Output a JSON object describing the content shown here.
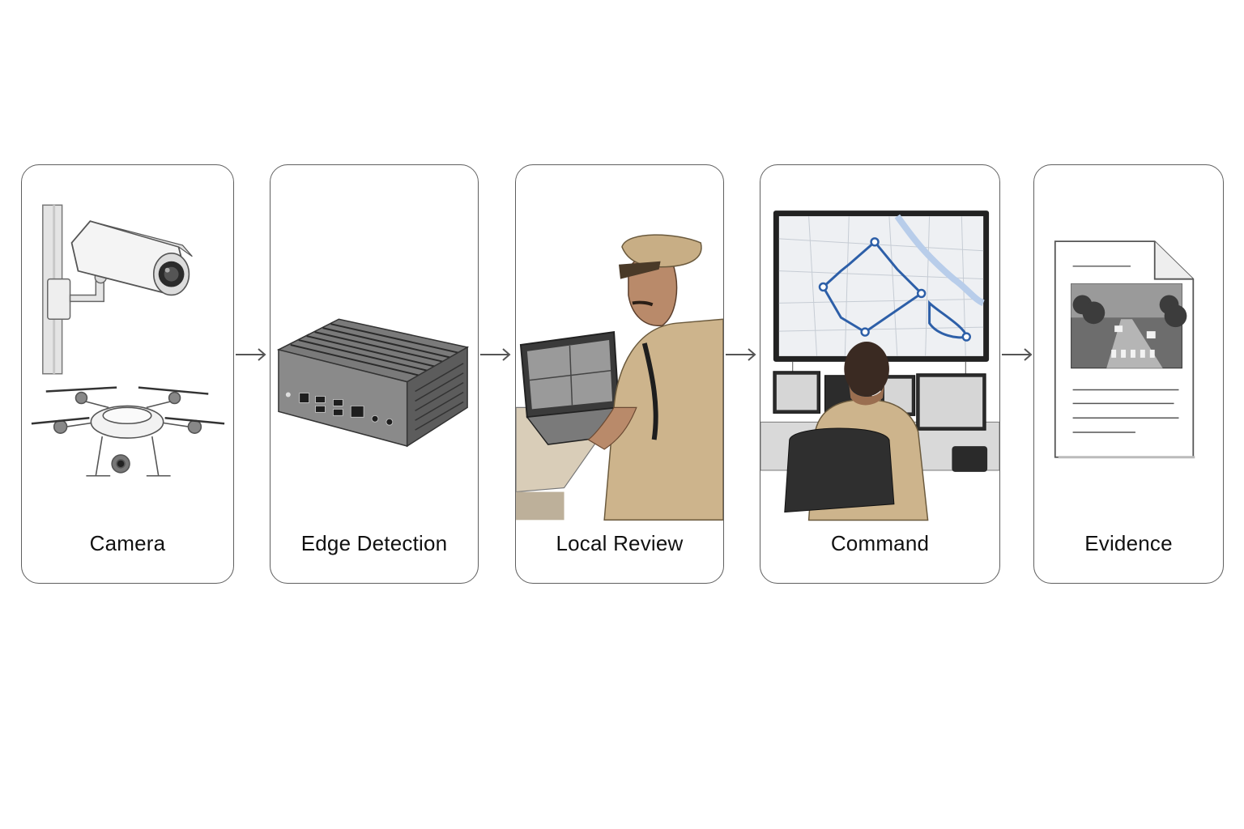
{
  "pipeline": {
    "steps": [
      {
        "label": "Camera",
        "icon": "cctv-and-drone-icon"
      },
      {
        "label": "Edge Detection",
        "icon": "edge-computer-icon"
      },
      {
        "label": "Local Review",
        "icon": "officer-laptop-icon"
      },
      {
        "label": "Command",
        "icon": "command-center-icon"
      },
      {
        "label": "Evidence",
        "icon": "evidence-document-icon"
      }
    ]
  },
  "colors": {
    "border": "#5f5f5f",
    "arrow": "#555555",
    "uniform": "#cdb48c",
    "route": "#2d5fa8"
  }
}
